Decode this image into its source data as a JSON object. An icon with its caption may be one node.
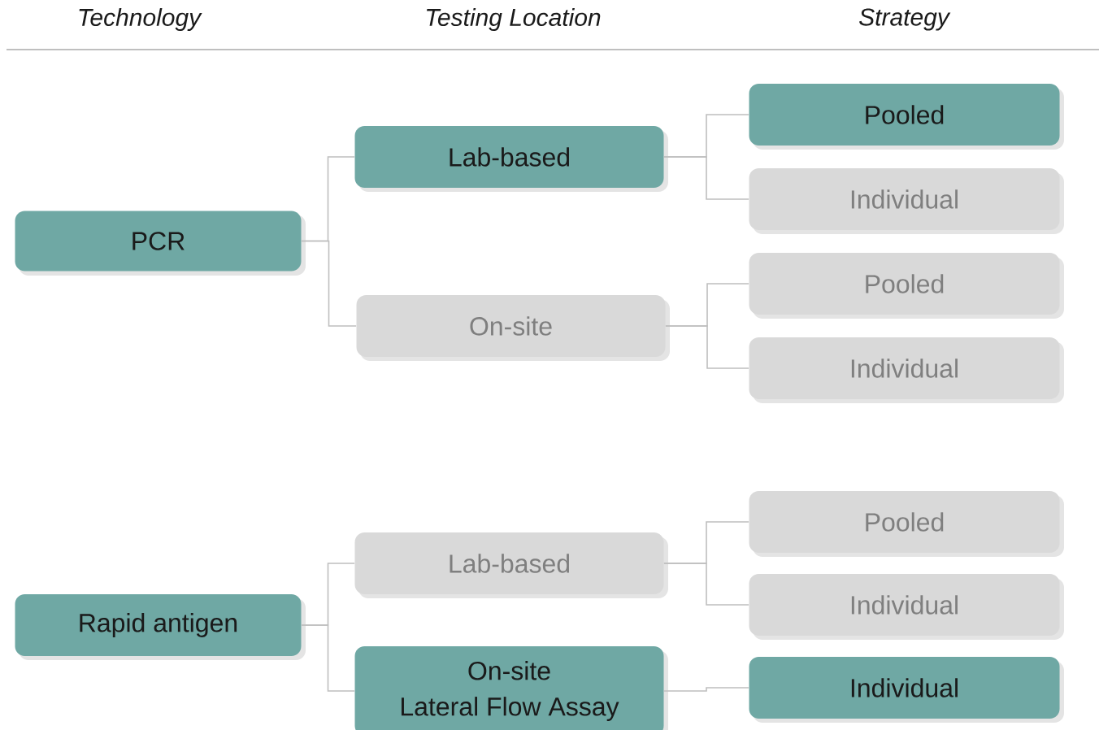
{
  "diagram": {
    "nodes": [
      {
        "text": [
          "PCR"
        ]
      },
      {
        "text": [
          "Lab-based"
        ]
      },
      {
        "text": [
          "On-site"
        ]
      },
      {
        "text": [
          "Pooled"
        ]
      },
      {
        "text": [
          "Individual"
        ]
      },
      {
        "text": [
          "Pooled"
        ]
      },
      {
        "text": [
          "Individual"
        ]
      },
      {
        "text": [
          "Rapid antigen"
        ]
      },
      {
        "text": [
          "Lab-based"
        ]
      },
      {
        "text": [
          "On-site",
          "Lateral Flow Assay"
        ]
      },
      {
        "text": [
          "Pooled"
        ]
      },
      {
        "text": [
          "Individual"
        ]
      },
      {
        "text": [
          "Individual"
        ]
      }
    ],
    "edges": [
      {
        "from": 0,
        "to": 1,
        "arrow": "none"
      },
      {
        "from": 0,
        "to": 2,
        "arrow": "none"
      },
      {
        "from": 1,
        "to": 3,
        "arrow": "none"
      },
      {
        "from": 1,
        "to": 4,
        "arrow": "none"
      },
      {
        "from": 2,
        "to": 5,
        "arrow": "none"
      },
      {
        "from": 2,
        "to": 6,
        "arrow": "none"
      },
      {
        "from": 7,
        "to": 8,
        "arrow": "none"
      },
      {
        "from": 7,
        "to": 9,
        "arrow": "none"
      },
      {
        "from": 8,
        "to": 10,
        "arrow": "none"
      },
      {
        "from": 8,
        "to": 11,
        "arrow": "none"
      },
      {
        "from": 9,
        "to": 12,
        "arrow": "none"
      }
    ],
    "labels": [
      "Technology",
      "Testing Location",
      "Strategy"
    ]
  }
}
